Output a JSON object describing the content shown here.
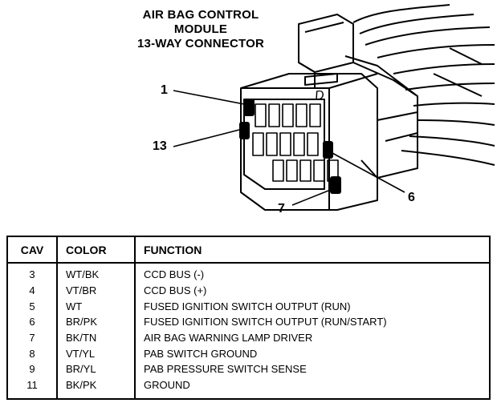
{
  "title": {
    "line1": "AIR BAG CONTROL",
    "line2": "MODULE",
    "line3": "13-WAY CONNECTOR"
  },
  "callouts": {
    "cav_1": "1",
    "cav_13": "13",
    "cav_6": "6",
    "cav_7": "7"
  },
  "connector_mark": "D",
  "table": {
    "headers": {
      "cav": "CAV",
      "color": "COLOR",
      "function": "FUNCTION"
    },
    "rows": [
      {
        "cav": "3",
        "color": "WT/BK",
        "function": "CCD BUS (-)"
      },
      {
        "cav": "4",
        "color": "VT/BR",
        "function": "CCD BUS (+)"
      },
      {
        "cav": "5",
        "color": "WT",
        "function": "FUSED IGNITION SWITCH OUTPUT (RUN)"
      },
      {
        "cav": "6",
        "color": "BR/PK",
        "function": "FUSED IGNITION SWITCH OUTPUT (RUN/START)"
      },
      {
        "cav": "7",
        "color": "BK/TN",
        "function": "AIR BAG WARNING LAMP DRIVER"
      },
      {
        "cav": "8",
        "color": "VT/YL",
        "function": "PAB SWITCH GROUND"
      },
      {
        "cav": "9",
        "color": "BR/YL",
        "function": "PAB PRESSURE SWITCH SENSE"
      },
      {
        "cav": "11",
        "color": "BK/PK",
        "function": "GROUND"
      }
    ]
  }
}
